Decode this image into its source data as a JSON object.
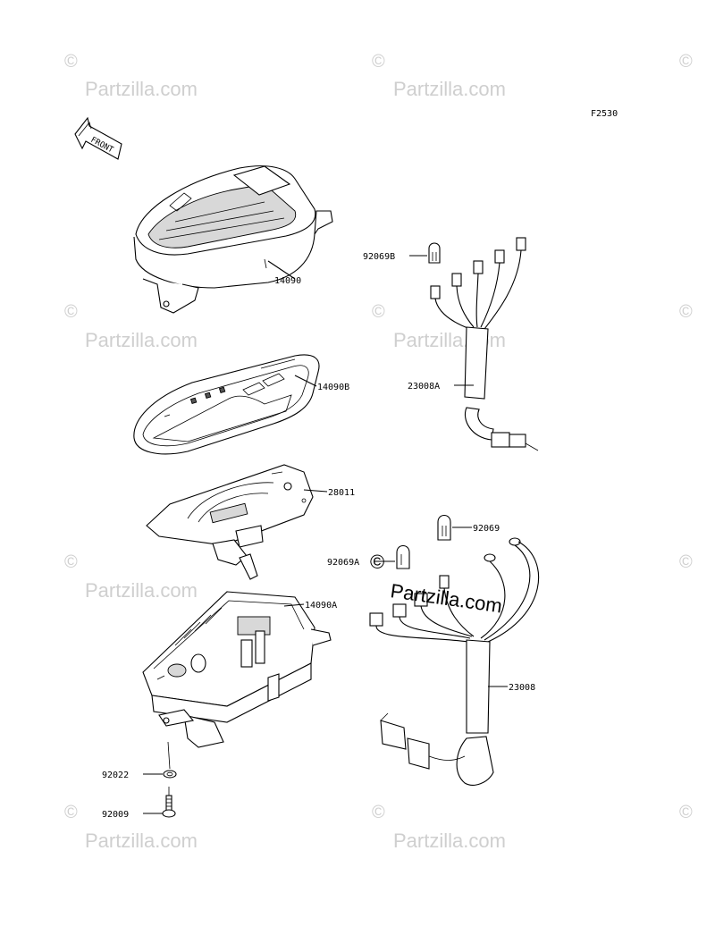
{
  "figure_code": "F2530",
  "front_arrow_text": "FRONT",
  "watermark_text": "Partzilla.com",
  "watermark_symbol": "©",
  "parts": [
    {
      "id": "14090"
    },
    {
      "id": "14090B"
    },
    {
      "id": "28011"
    },
    {
      "id": "14090A"
    },
    {
      "id": "92022"
    },
    {
      "id": "92009"
    },
    {
      "id": "92069B"
    },
    {
      "id": "23008A"
    },
    {
      "id": "92069"
    },
    {
      "id": "92069A"
    },
    {
      "id": "23008"
    }
  ],
  "colors": {
    "line": "#000000",
    "watermark": "#cfcfcf",
    "background": "#ffffff"
  }
}
